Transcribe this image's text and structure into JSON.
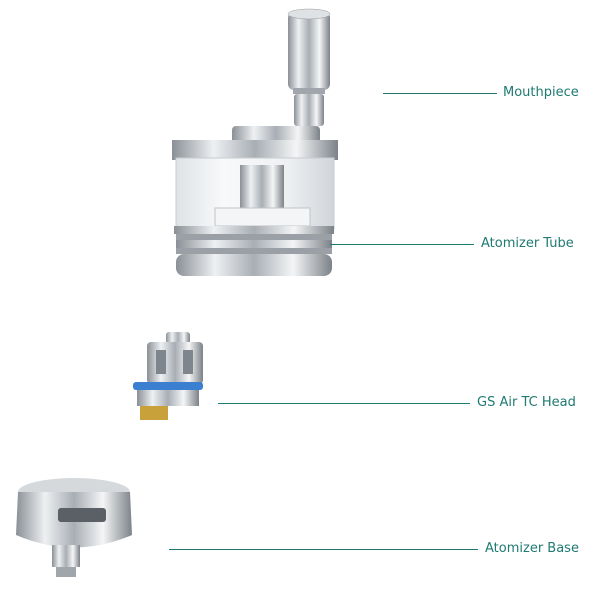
{
  "parts": [
    {
      "label": "Mouthpiece"
    },
    {
      "label": "Atomizer Tube"
    },
    {
      "label": "GS Air TC Head"
    },
    {
      "label": "Atomizer Base"
    }
  ],
  "colors": {
    "accent": "#1f7a72",
    "metal": "#c8ccd0",
    "seal": "#3b7fd1"
  }
}
